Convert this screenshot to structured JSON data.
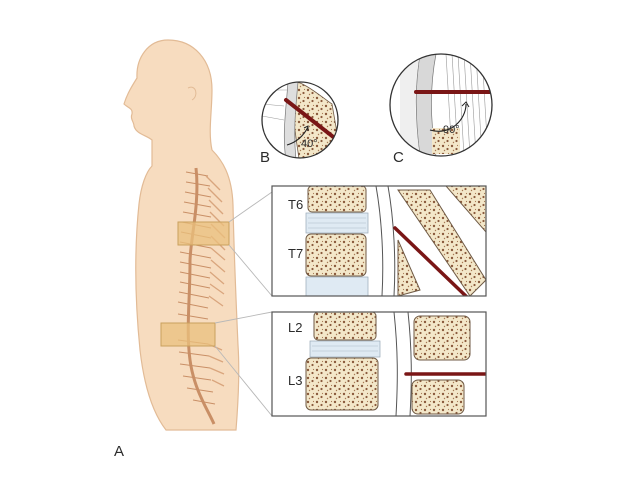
{
  "panels": {
    "a": "A",
    "b": "B",
    "c": "C"
  },
  "vertebrae": {
    "t6": "T6",
    "t7": "T7",
    "l2": "L2",
    "l3": "L3"
  },
  "angles": {
    "b": "40°",
    "c": "90°"
  },
  "colors": {
    "skin": "#f7dcbf",
    "skin_outline": "#e2bb96",
    "highlight_box": "#e9c07e",
    "bone_cortex": "#ead9b0",
    "bone_spots": "#8a5a3c",
    "disc": "#dfeaf3",
    "needle": "#7a1616",
    "frame": "#555555"
  }
}
